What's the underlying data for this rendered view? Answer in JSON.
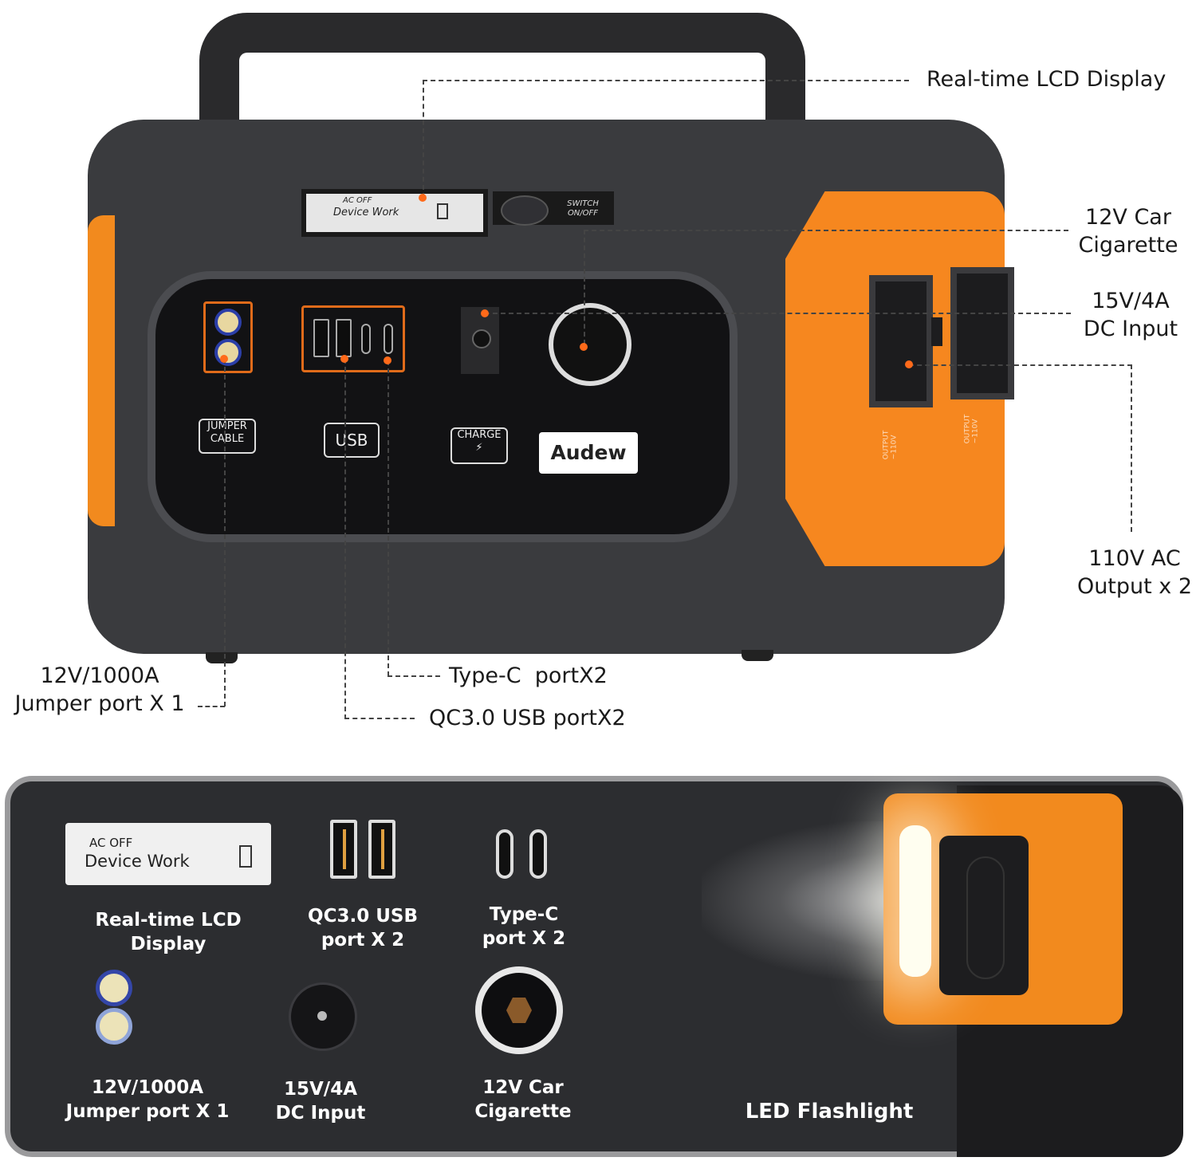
{
  "callouts": {
    "lcd": "Real-time LCD Display",
    "car": "12V Car\nCigarette",
    "dc": "15V/4A\nDC Input",
    "ac": "110V AC\nOutput x 2",
    "jumper": "12V/1000A\nJumper port X 1",
    "typec": "Type-C  portX2",
    "usb": "QC3.0 USB portX2"
  },
  "device": {
    "lcd_line1": "AC OFF",
    "lcd_line2": "Device Work",
    "switch_label": "SWITCH\nON/OFF",
    "jumper_label": "JUMPER\nCABLE",
    "usb_label": "USB",
    "charge_label": "CHARGE",
    "brand": "Audew",
    "socket_label_1": "OUTPUT\n~110V",
    "socket_label_2": "OUTPUT\n~110V"
  },
  "features": {
    "lcd_line1": "AC OFF",
    "lcd_line2": "Device Work",
    "lcd": "Real-time LCD Display",
    "usb": "QC3.0 USB\nport X 2",
    "typec": "Type-C\nport X 2",
    "jumper": "12V/1000A\nJumper port X 1",
    "dc": "15V/4A\nDC Input",
    "car": "12V Car\nCigarette",
    "flashlight": "LED Flashlight"
  },
  "colors": {
    "accent": "#f6871f",
    "panel": "#2c2d30",
    "leader_dot": "#ff6a1a"
  }
}
